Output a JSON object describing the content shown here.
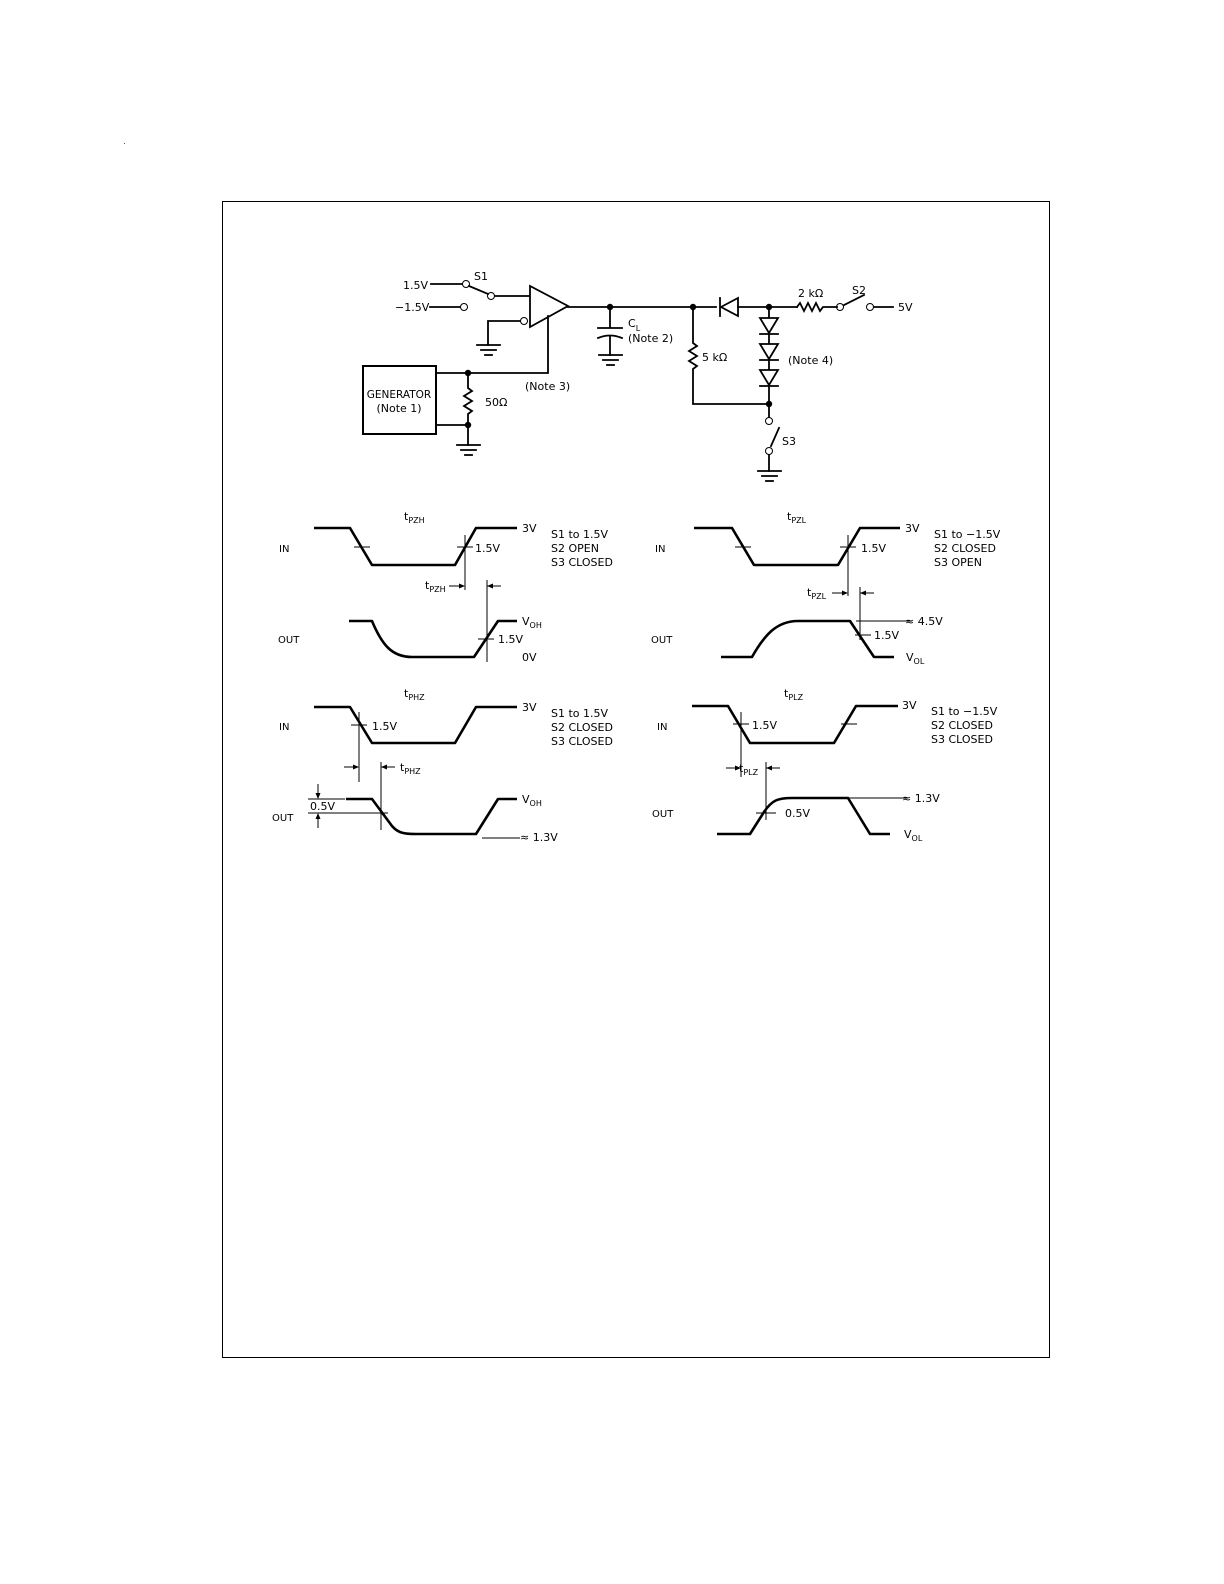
{
  "circuit": {
    "supply_pos": "1.5V",
    "supply_neg": "−1.5V",
    "s1": "S1",
    "s2": "S2",
    "s3": "S3",
    "vcc": "5V",
    "cl_main": "C",
    "cl_sub": "L",
    "note2": "(Note 2)",
    "note3": "(Note 3)",
    "note4": "(Note 4)",
    "r_5k": "5 kΩ",
    "r_2k": "2 kΩ",
    "r_50": "50Ω",
    "generator": "GENERATOR",
    "note1": "(Note 1)"
  },
  "panels": {
    "pzh": {
      "title_t": "t",
      "title_sub": "PZH",
      "in": "IN",
      "out": "OUT",
      "v3": "3V",
      "v15_in": "1.5V",
      "v15_out": "1.5V",
      "voh": "V",
      "voh_sub": "OH",
      "v0": "0V",
      "delay_t": "t",
      "delay_sub": "PZH",
      "cond": [
        "S1 to 1.5V",
        "S2 OPEN",
        "S3 CLOSED"
      ]
    },
    "pzl": {
      "title_t": "t",
      "title_sub": "PZL",
      "in": "IN",
      "out": "OUT",
      "v3": "3V",
      "v15_in": "1.5V",
      "v15_out": "1.5V",
      "v45": "≈ 4.5V",
      "vol": "V",
      "vol_sub": "OL",
      "delay_t": "t",
      "delay_sub": "PZL",
      "cond": [
        "S1 to −1.5V",
        "S2 CLOSED",
        "S3 OPEN"
      ]
    },
    "phz": {
      "title_t": "t",
      "title_sub": "PHZ",
      "in": "IN",
      "out": "OUT",
      "v3": "3V",
      "v15_in": "1.5V",
      "v05": "0.5V",
      "voh": "V",
      "voh_sub": "OH",
      "v13": "≈ 1.3V",
      "delay_t": "t",
      "delay_sub": "PHZ",
      "cond": [
        "S1 to 1.5V",
        "S2 CLOSED",
        "S3 CLOSED"
      ]
    },
    "plz": {
      "title_t": "t",
      "title_sub": "PLZ",
      "in": "IN",
      "out": "OUT",
      "v3": "3V",
      "v15_in": "1.5V",
      "v05": "0.5V",
      "v13": "≈ 1.3V",
      "vol": "V",
      "vol_sub": "OL",
      "delay_t": "t",
      "delay_sub": "PLZ",
      "cond": [
        "S1 to −1.5V",
        "S2 CLOSED",
        "S3 CLOSED"
      ]
    }
  }
}
